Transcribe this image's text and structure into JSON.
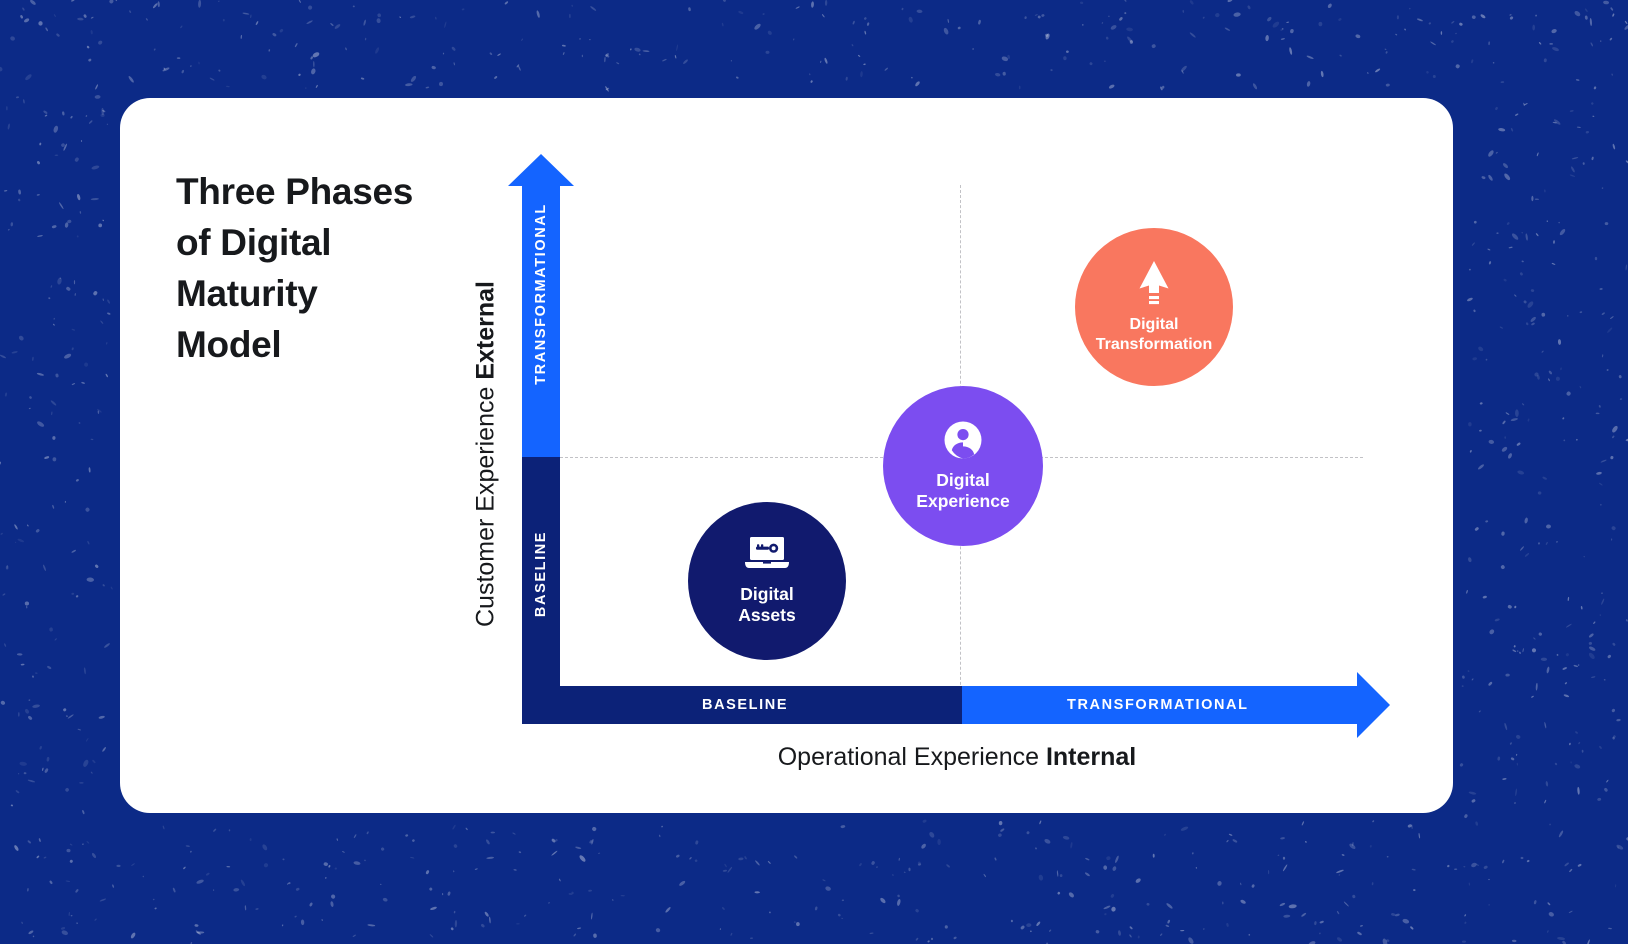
{
  "background": {
    "color": "#0c2a87",
    "texture": "speckled-dots"
  },
  "card": {
    "color": "#ffffff"
  },
  "title": "Three Phases\nof Digital\nMaturity\nModel",
  "y_axis": {
    "title_plain": "Customer Experience ",
    "title_bold": "External",
    "segments": [
      {
        "label": "TRANSFORMATIONAL",
        "color": "#1464ff"
      },
      {
        "label": "BASELINE",
        "color": "#0c2278"
      }
    ]
  },
  "x_axis": {
    "title_plain": "Operational Experience ",
    "title_bold": "Internal",
    "segments": [
      {
        "label": "BASELINE",
        "color": "#0c2278"
      },
      {
        "label": "TRANSFORMATIONAL",
        "color": "#1464ff"
      }
    ]
  },
  "bubbles": [
    {
      "id": "digital-assets",
      "label": "Digital\nAssets",
      "color": "#111a6e",
      "icon": "laptop-key-icon",
      "quadrant": "baseline-internal / baseline-external"
    },
    {
      "id": "digital-experience",
      "label": "Digital\nExperience",
      "color": "#7c4df0",
      "icon": "user-person-icon",
      "quadrant": "center"
    },
    {
      "id": "digital-transformation",
      "label": "Digital\nTransformation",
      "color": "#f9775f",
      "icon": "up-arrow-rocket-icon",
      "quadrant": "transformational-internal / transformational-external"
    }
  ],
  "guides": {
    "color": "#c2c2c6",
    "style": "dashed"
  }
}
